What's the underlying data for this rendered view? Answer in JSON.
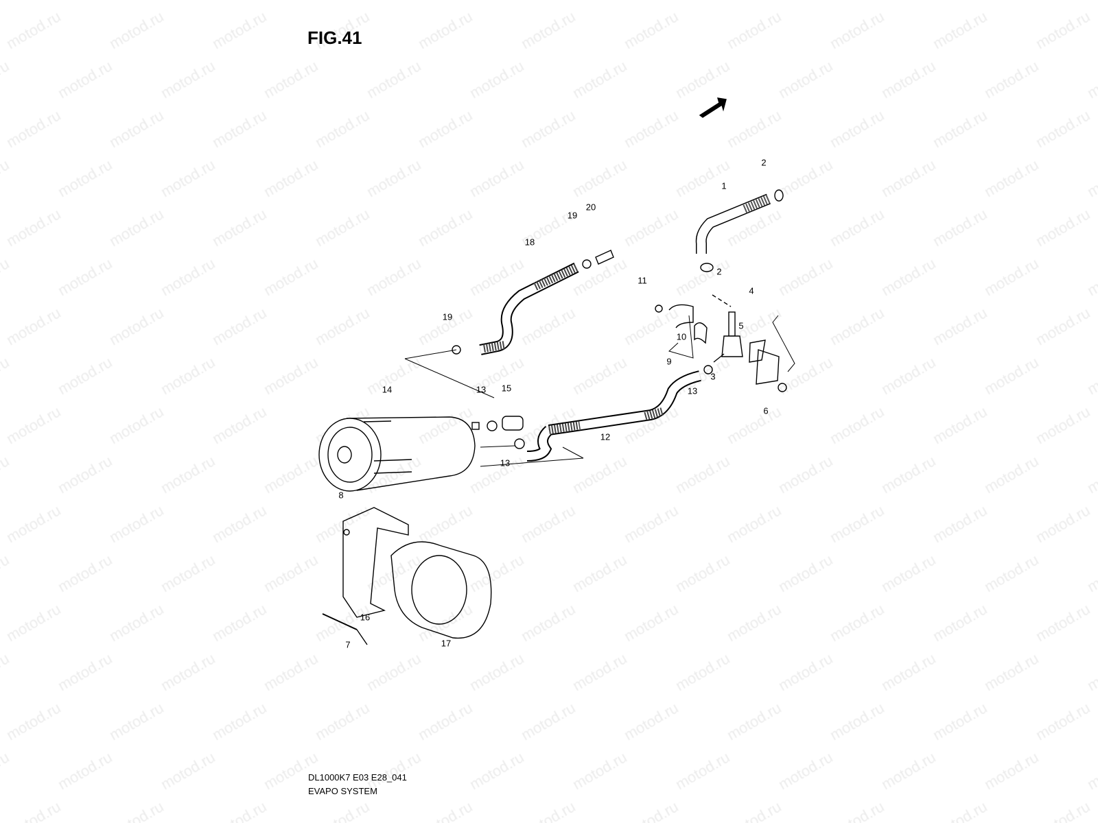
{
  "title": "FIG.41",
  "watermark": "motod.ru",
  "fwd_badge": "FWD",
  "callouts": [
    "1",
    "2",
    "2",
    "3",
    "4",
    "5",
    "6",
    "7",
    "8",
    "9",
    "10",
    "11",
    "12",
    "13",
    "13",
    "13",
    "14",
    "15",
    "16",
    "17",
    "18",
    "19",
    "20",
    "19"
  ],
  "footer": {
    "code": "DL1000K7 E03 E28_041",
    "name": "EVAPO SYSTEM"
  }
}
